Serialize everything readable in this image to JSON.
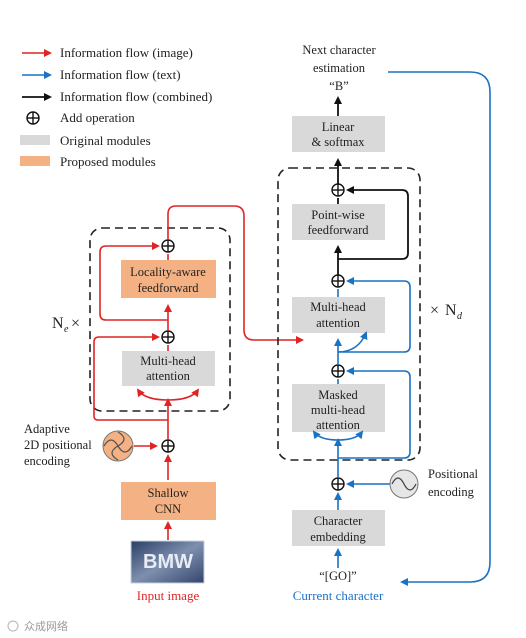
{
  "legend": {
    "red_flow": "Information flow (image)",
    "blue_flow": "Information flow (text)",
    "black_flow": "Information flow (combined)",
    "add_op": "Add operation",
    "original": "Original modules",
    "proposed": "Proposed modules"
  },
  "encoder": {
    "repeat_label": "N",
    "repeat_sub": "e",
    "repeat_times": "×",
    "locality_line1": "Locality-aware",
    "locality_line2": "feedforward",
    "mha_line1": "Multi-head",
    "mha_line2": "attention",
    "adaptive_line1": "Adaptive",
    "adaptive_line2": "2D positional",
    "adaptive_line3": "encoding",
    "cnn_line1": "Shallow",
    "cnn_line2": "CNN",
    "input_label": "Input image",
    "input_image_text": "BMW"
  },
  "decoder": {
    "repeat_times": "×",
    "repeat_label": "N",
    "repeat_sub": "d",
    "output_line1": "Next character",
    "output_line2": "estimation",
    "output_line3": "“B”",
    "linear_line1": "Linear",
    "linear_line2": "& softmax",
    "pwff_line1": "Point-wise",
    "pwff_line2": "feedforward",
    "mha_line1": "Multi-head",
    "mha_line2": "attention",
    "masked_line1": "Masked",
    "masked_line2": "multi-head",
    "masked_line3": "attention",
    "posenc_line1": "Positional",
    "posenc_line2": "encoding",
    "char_emb_line1": "Character",
    "char_emb_line2": "embedding",
    "go_token": "“[GO]”",
    "current_label": "Current character"
  },
  "watermark": "众成网络",
  "colors": {
    "image_flow": "#e02424",
    "text_flow": "#1a72c4",
    "combined_flow": "#111111",
    "original_module": "#d9d9d9",
    "proposed_module": "#f4b183"
  }
}
